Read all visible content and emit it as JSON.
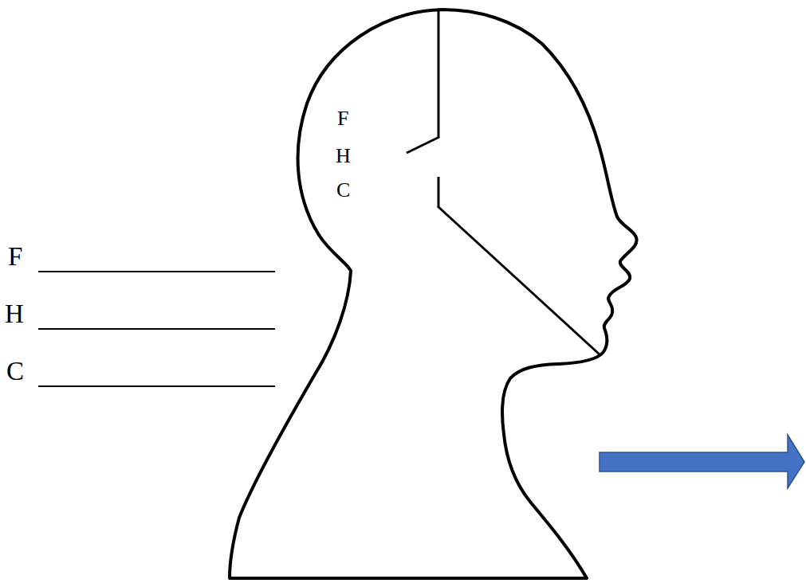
{
  "diagram": {
    "labels": [
      "F",
      "H",
      "C",
      "F",
      "H",
      "C"
    ]
  }
}
